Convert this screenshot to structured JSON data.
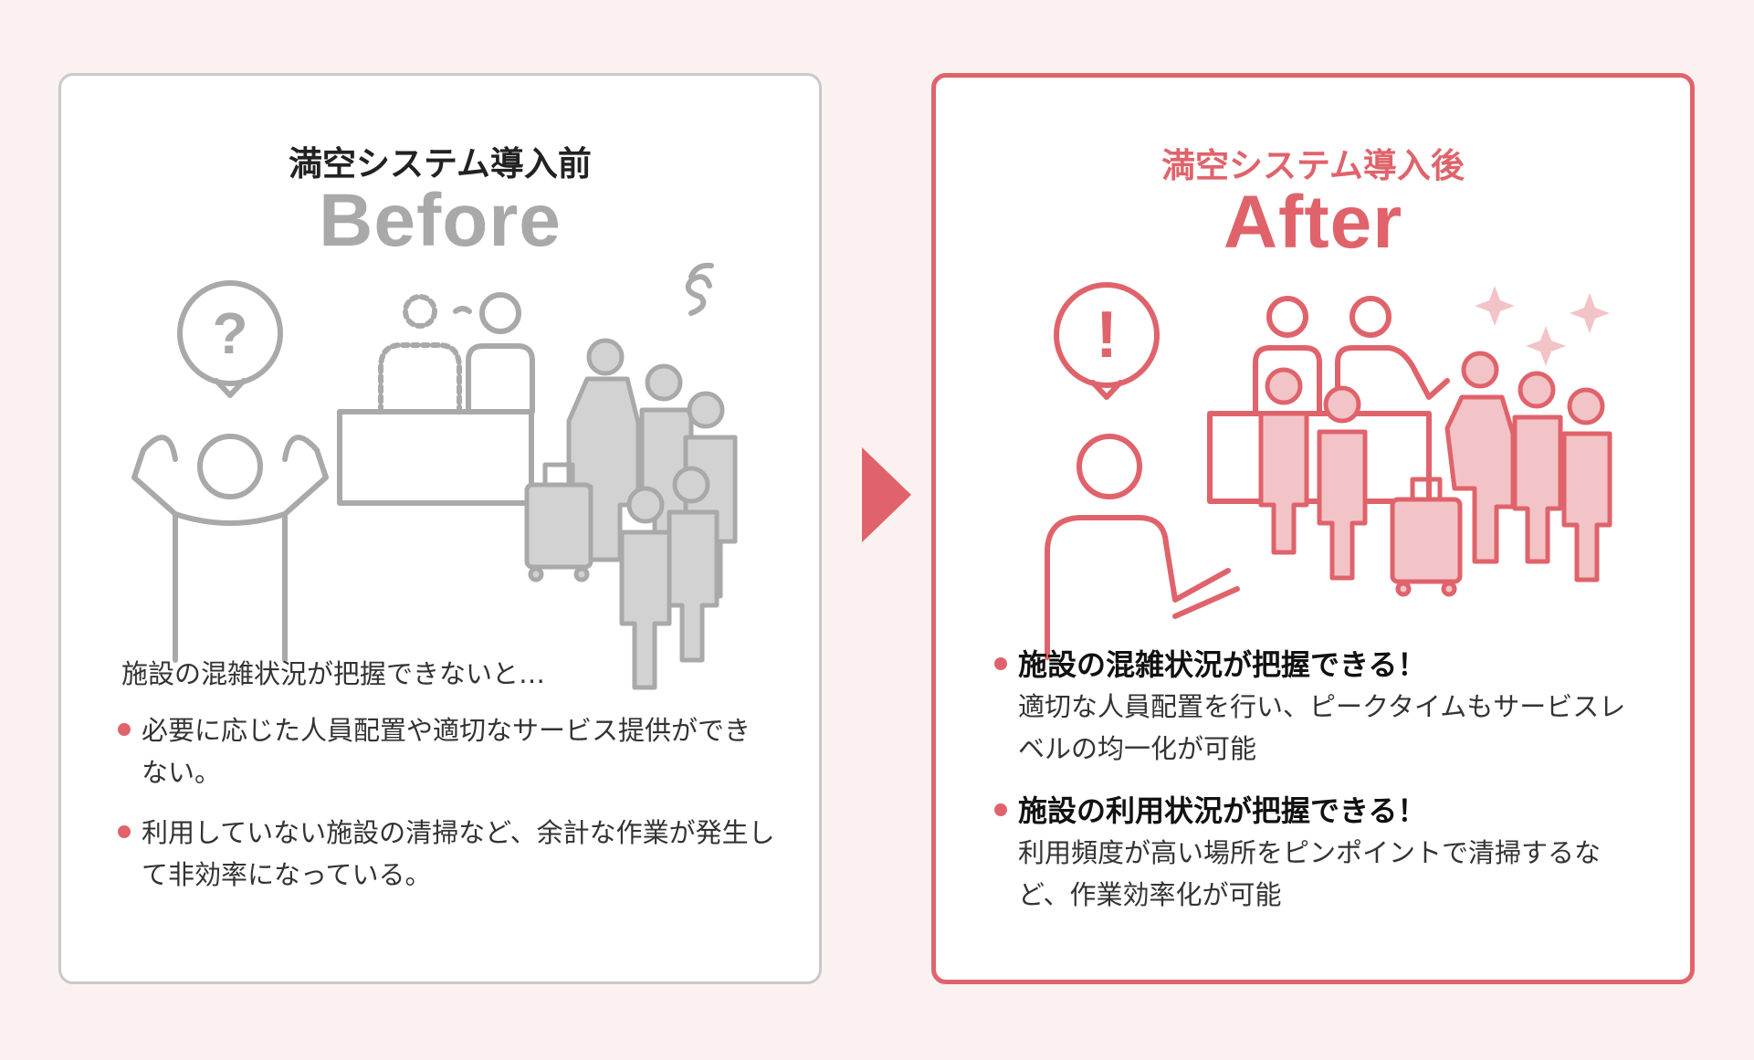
{
  "before": {
    "heading": "満空システム導入前",
    "big": "Before",
    "intro": "施設の混雑状況が把握できないと…",
    "bullets": [
      "必要に応じた人員配置や適切なサービス提供ができない。",
      "利用していない施設の清掃など、余計な作業が発生して非効率になっている。"
    ],
    "illustration_symbol": "?"
  },
  "after": {
    "heading": "満空システム導入後",
    "big": "After",
    "items": [
      {
        "title": "施設の混雑状況が把握できる！",
        "desc": "適切な人員配置を行い、ピークタイムもサービスレベルの均一化が可能"
      },
      {
        "title": "施設の利用状況が把握できる！",
        "desc": "利用頻度が高い場所をピンポイントで清掃するなど、作業効率化が可能"
      }
    ],
    "illustration_symbol": "!"
  },
  "colors": {
    "accent": "#e0636b",
    "before_gray": "#a9a9a9",
    "background": "#fcf1f1"
  }
}
